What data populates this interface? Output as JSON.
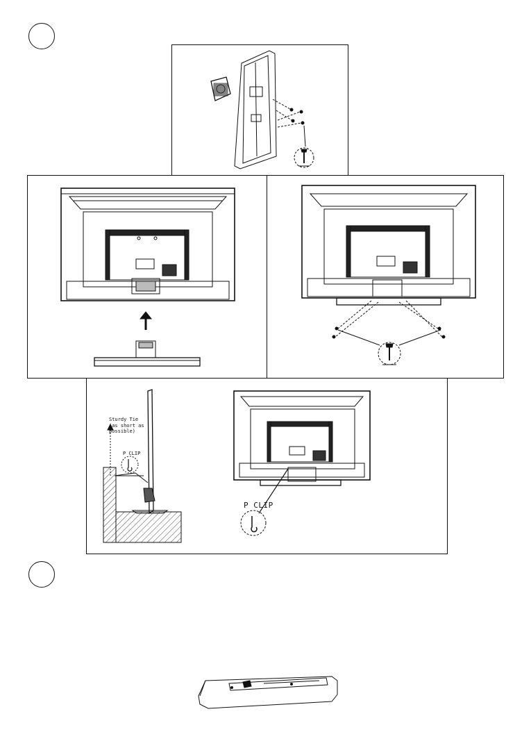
{
  "labels": {
    "sturdy_tie": "Sturdy Tie (as short as possible)",
    "p_clip_small": "P CLIP",
    "p_clip_large": "P CLIP"
  }
}
